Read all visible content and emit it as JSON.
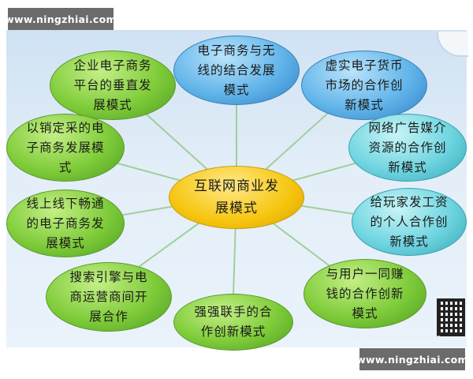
{
  "watermark_top": "www.ningzhiai.com",
  "watermark_bottom": "www.ningzhiai.com",
  "csdn_mark": "https://blog.csdn.net/wangmin...",
  "center": [
    "互联网商业发",
    "展模式"
  ],
  "nodes": {
    "top_center": [
      "电子商务与无",
      "线的结合发展",
      "模式"
    ],
    "top_left": [
      "企业电子商务",
      "平台的垂直发",
      "展模式"
    ],
    "top_right": [
      "虚实电子货币",
      "市场的合作创",
      "新模式"
    ],
    "left_upper": [
      "以销定采的电",
      "子商务发展模",
      "式"
    ],
    "right_upper": [
      "网络广告媒介",
      "资源的合作创",
      "新模式"
    ],
    "left_middle": [
      "线上线下畅通",
      "的电子商务发",
      "展模式"
    ],
    "right_middle": [
      "给玩家发工资",
      "的个人合作创",
      "新模式"
    ],
    "bottom_left": [
      "搜索引擎与电",
      "商运营商间开",
      "展合作"
    ],
    "bottom_right": [
      "与用户一同赚",
      "钱的合作创新",
      "模式"
    ],
    "bottom_center": [
      "强强联手的合",
      "作创新模式"
    ]
  },
  "colors": {
    "green": "#7fcc3a",
    "blue": "#62b5ea",
    "cyan": "#6fd5e0",
    "center": "#f6c50e",
    "connector": "#9fcf9a"
  }
}
